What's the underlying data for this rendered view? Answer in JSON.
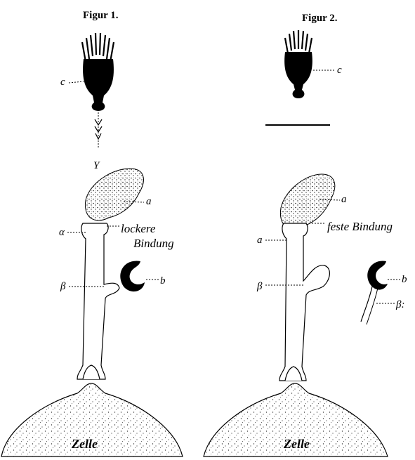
{
  "figures": [
    {
      "title": "Figur 1.",
      "labels": {
        "complement": "c",
        "arrow": "Y",
        "amboceptor": "a",
        "alpha": "α",
        "beta": "β",
        "bond_line1": "lockere",
        "bond_line2": "Bindung",
        "b": "b",
        "cell": "Zelle"
      }
    },
    {
      "title": "Figur 2.",
      "labels": {
        "complement": "c",
        "amboceptor": "a",
        "alpha": "a",
        "beta": "β",
        "bond": "feste Bindung",
        "b": "b",
        "beta_detached": "β:",
        "cell": "Zelle"
      }
    }
  ],
  "colors": {
    "ink": "#000000",
    "paper": "#ffffff",
    "stipple": "#3a3a3a"
  }
}
